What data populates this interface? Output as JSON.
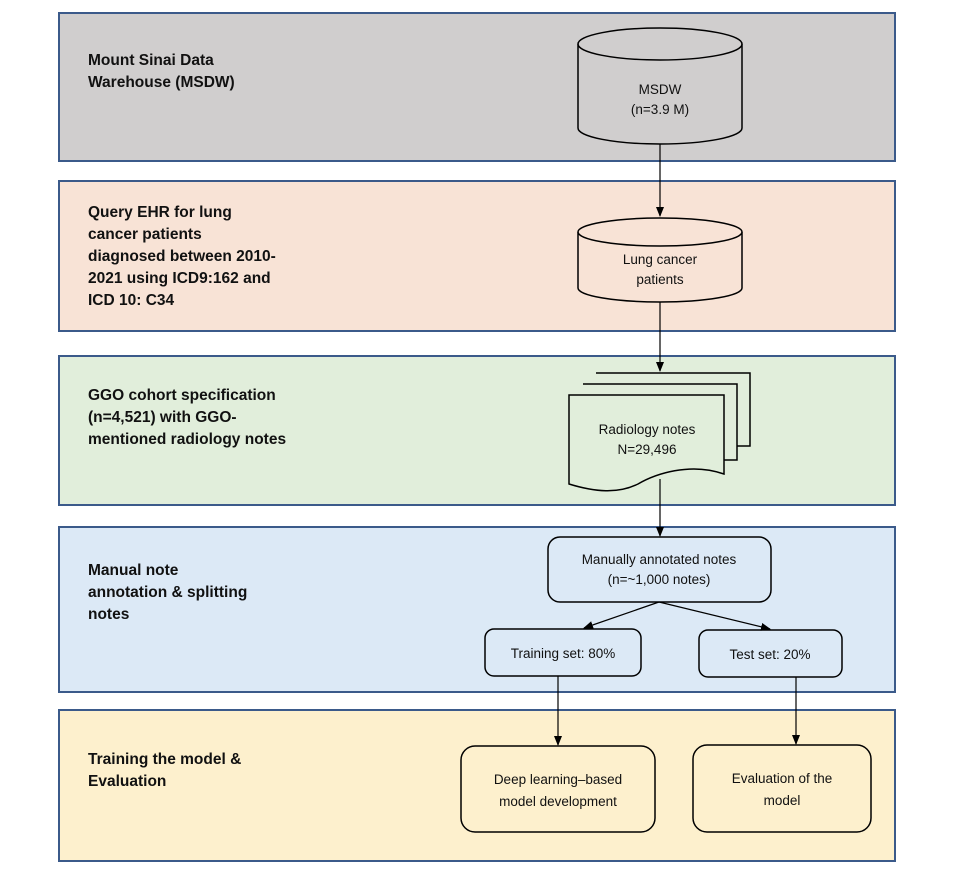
{
  "bands": [
    {
      "id": "msdw",
      "label": "Mount Sinai Data\nWarehouse (MSDW)",
      "color": "#d0cece"
    },
    {
      "id": "query",
      "label": "Query EHR for lung\ncancer patients\ndiagnosed between 2010-\n2021 using ICD9:162 and\nICD 10: C34",
      "color": "#f8e3d6"
    },
    {
      "id": "ggo",
      "label": "GGO cohort specification\n(n=4,521) with GGO-\nmentioned radiology notes",
      "color": "#e1eedb"
    },
    {
      "id": "manual",
      "label": "Manual note\nannotation & splitting\nnotes",
      "color": "#dce9f6"
    },
    {
      "id": "training",
      "label": "Training the model &\nEvaluation",
      "color": "#fdf0cd"
    }
  ],
  "nodes": {
    "msdw_db": {
      "line1": "MSDW",
      "line2": "(n=3.9  M)"
    },
    "lung_db": {
      "line1": "Lung cancer",
      "line2": "patients"
    },
    "radiology_notes": {
      "line1": "Radiology  notes",
      "line2": "N=29,496"
    },
    "annotated": {
      "line1": "Manually annotated notes",
      "line2": "(n=~1,000  notes)"
    },
    "training_set": {
      "line1": "Training set: 80%"
    },
    "test_set": {
      "line1": "Test set: 20%"
    },
    "deep_learning": {
      "line1": "Deep learning–based",
      "line2": "model development"
    },
    "evaluation": {
      "line1": "Evaluation of the",
      "line2": "model"
    }
  },
  "colors": {
    "border": "#3b5a8a",
    "stroke": "#000000"
  }
}
